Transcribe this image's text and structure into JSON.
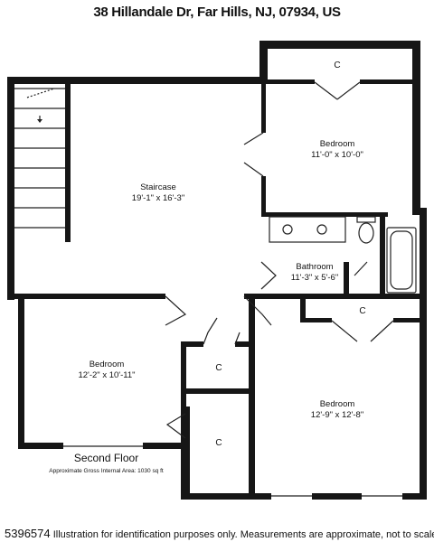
{
  "header": {
    "address": "38 Hillandale Dr, Far Hills, NJ, 07934, US"
  },
  "rooms": [
    {
      "name": "Staircase",
      "dims": "19'-1\" x 16'-3\""
    },
    {
      "name": "Bedroom",
      "dims": "11'-0\" x 10'-0\""
    },
    {
      "name": "Bathroom",
      "dims": "11'-3\" x 5'-6\""
    },
    {
      "name": "Bedroom",
      "dims": "12'-2\" x 10'-11\""
    },
    {
      "name": "Bedroom",
      "dims": "12'-9\" x 12'-8\""
    }
  ],
  "closets": [
    "C",
    "C",
    "C",
    "C"
  ],
  "floor": {
    "name": "Second Floor",
    "area": "Approximate Gross Internal Area: 1030 sq ft"
  },
  "footer": {
    "listing_id": "5396574",
    "disclaimer": "Illustration for identification purposes only. Measurements are approximate, not to scale."
  }
}
